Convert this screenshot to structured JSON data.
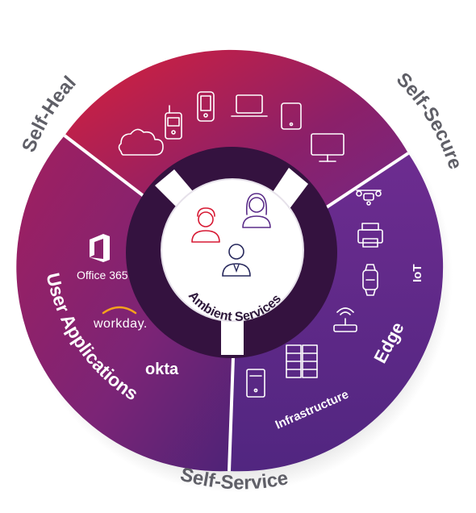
{
  "outer_labels": {
    "self_heal": "Self-Heal",
    "self_secure": "Self-Secure",
    "self_service": "Self-Service"
  },
  "segments": {
    "cloud": {
      "title": "Cloud to Endpoints"
    },
    "user_apps": {
      "title": "User Applications",
      "logos": [
        "Office 365",
        "workday.",
        "okta"
      ]
    },
    "edge": {
      "title": "Edge",
      "iot": "IoT",
      "infrastructure": "Infrastructure"
    }
  },
  "center": {
    "title": "Ambient Services"
  },
  "colors": {
    "outer_segment_start": "#d8203a",
    "outer_segment_end": "#5c2a8c",
    "ring_dark": "#34123f",
    "center_fill": "#ffffff",
    "outer_label": "#5f5f67"
  }
}
